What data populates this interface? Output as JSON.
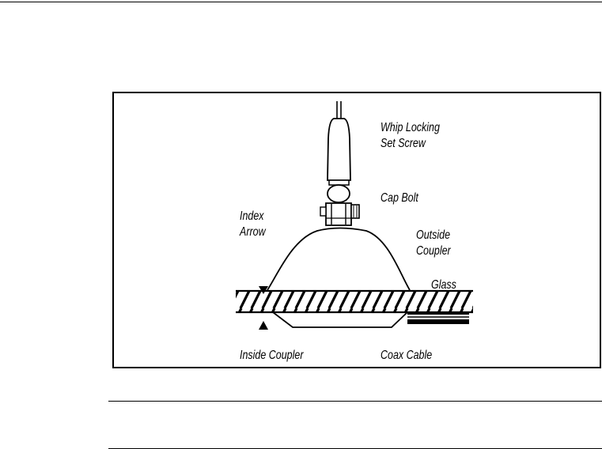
{
  "labels": {
    "whip_locking": [
      "Whip Locking",
      "Set Screw"
    ],
    "cap_bolt": "Cap Bolt",
    "index_arrow": [
      "Index",
      "Arrow"
    ],
    "outside_coupler": [
      "Outside",
      "Coupler"
    ],
    "glass": "Glass",
    "inside_coupler": "Inside Coupler",
    "coax_cable": "Coax Cable"
  },
  "colors": {
    "line": "#000000",
    "background": "#ffffff"
  }
}
